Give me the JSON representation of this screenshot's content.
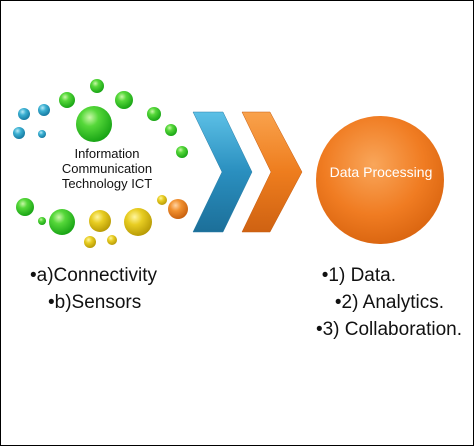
{
  "ict": {
    "lines": [
      "Information",
      "Communication",
      "Technology ICT"
    ],
    "items": [
      "•a)Connectivity",
      "•b)Sensors"
    ]
  },
  "processing": {
    "label": "Data Processing",
    "items": [
      "•1) Data.",
      "•2) Analytics.",
      "•3) Collaboration."
    ]
  },
  "colors": {
    "green": "#22c21d",
    "teal": "#1c93b5",
    "yellow": "#d4b713",
    "orange": "#f2791e",
    "chevron_blue": "#2a8fbf",
    "chevron_orange": "#ee7d1e"
  }
}
